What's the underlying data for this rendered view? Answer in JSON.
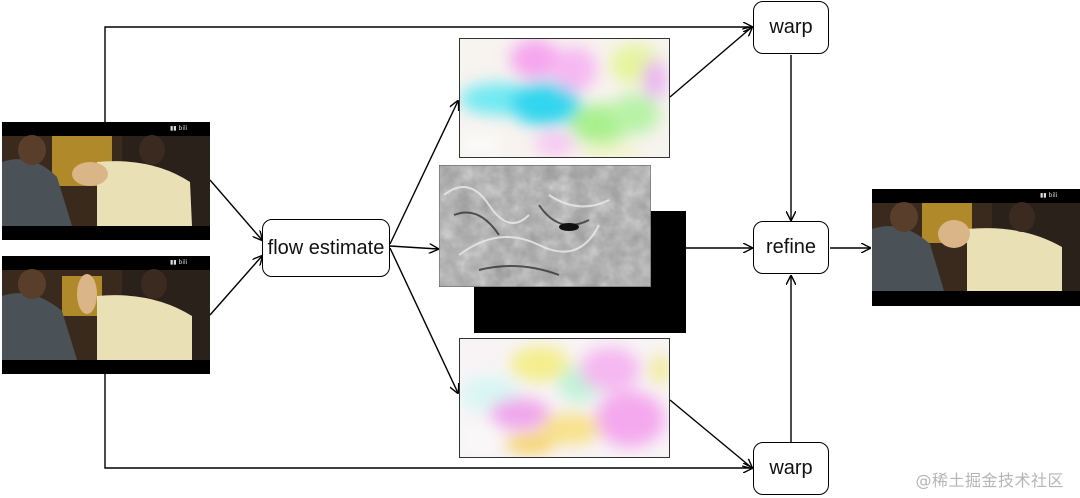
{
  "diagram": {
    "nodes": {
      "flow_estimate": "flow estimate",
      "warp_top": "warp",
      "warp_bottom": "warp",
      "refine": "refine"
    },
    "images": {
      "input_frame_1": "video frame: two men practicing martial arts",
      "input_frame_2": "video frame: two men practicing martial arts",
      "flow_top": "optical flow visualization (colored)",
      "fusion_mask": "grayscale fusion/occlusion map",
      "flow_bottom": "optical flow visualization (colored)",
      "output_frame": "interpolated video frame"
    }
  },
  "watermark": "@稀土掘金技术社区",
  "colors": {
    "line": "#000000",
    "watermark": "#b5b5b5"
  }
}
